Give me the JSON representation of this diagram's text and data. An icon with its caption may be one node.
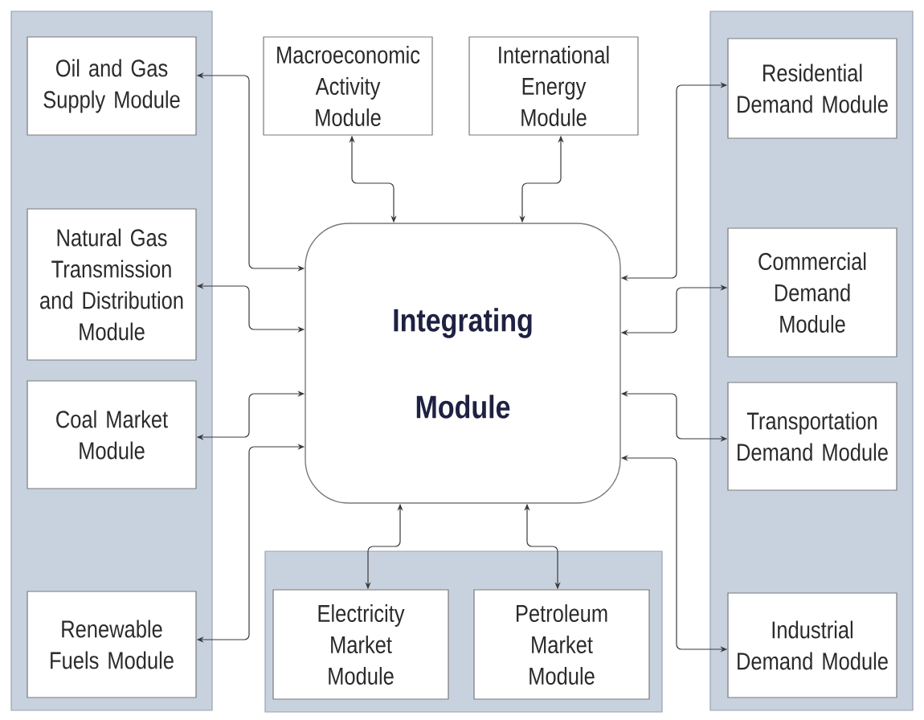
{
  "diagram": {
    "nodes": [
      {
        "text": [],
        "shape": "box"
      },
      {
        "text": [
          "Oil and Gas Supply Module"
        ],
        "in": 0
      },
      {
        "text": [
          "Natural Gas Transmission and Distribution Module"
        ],
        "in": 0
      },
      {
        "text": [
          "Coal Market Module"
        ],
        "in": 0
      },
      {
        "text": [
          "Renewable Fuels Module"
        ],
        "in": 0
      },
      {
        "text": [
          "Macroeconomic Activity Module"
        ]
      },
      {
        "text": [
          "International Energy Module"
        ]
      },
      {
        "text": [
          "Integrating Module"
        ]
      },
      {
        "text": [],
        "shape": "box"
      },
      {
        "text": [
          "Electricity Market Module"
        ],
        "in": 8
      },
      {
        "text": [
          "Petroleum Market Module"
        ],
        "in": 8
      },
      {
        "text": [],
        "shape": "box"
      },
      {
        "text": [
          "Residential Demand Module"
        ],
        "in": 11
      },
      {
        "text": [
          "Commercial Demand Module"
        ],
        "in": 11
      },
      {
        "text": [
          "Transportation Demand Module"
        ],
        "in": 11
      },
      {
        "text": [
          "Industrial Demand Module"
        ],
        "in": 11
      }
    ],
    "edges": [
      {
        "from": 1,
        "to": 7,
        "arrow": "both"
      },
      {
        "from": 2,
        "to": 7,
        "arrow": "both"
      },
      {
        "from": 3,
        "to": 7,
        "arrow": "both"
      },
      {
        "from": 4,
        "to": 7,
        "arrow": "both"
      },
      {
        "from": 5,
        "to": 7,
        "arrow": "both"
      },
      {
        "from": 6,
        "to": 7,
        "arrow": "both"
      },
      {
        "from": 12,
        "to": 7,
        "arrow": "both"
      },
      {
        "from": 13,
        "to": 7,
        "arrow": "both"
      },
      {
        "from": 14,
        "to": 7,
        "arrow": "both"
      },
      {
        "from": 15,
        "to": 7,
        "arrow": "both"
      },
      {
        "from": 9,
        "to": 7,
        "arrow": "both"
      },
      {
        "from": 10,
        "to": 7,
        "arrow": "both"
      }
    ]
  }
}
